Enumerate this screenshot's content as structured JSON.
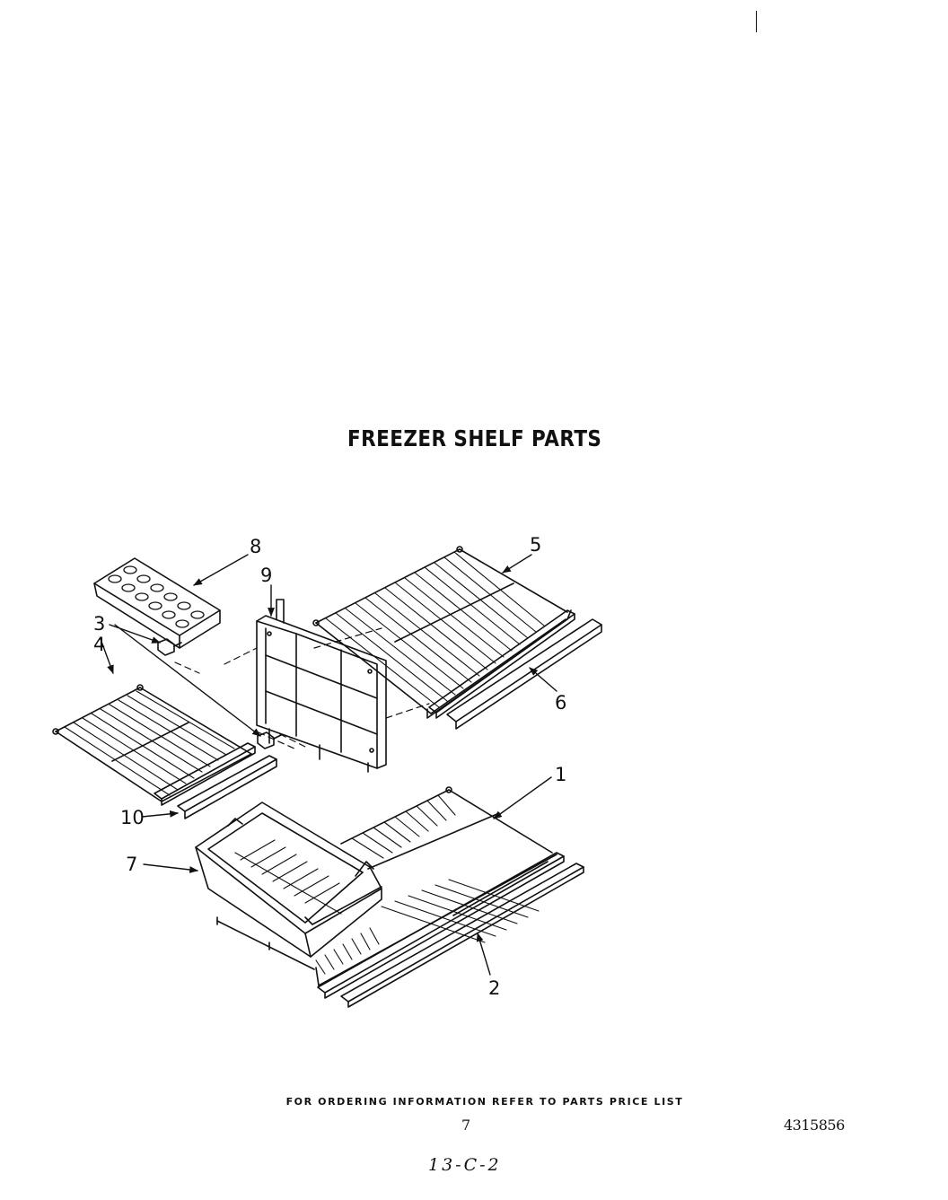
{
  "page": {
    "title": "FREEZER SHELF PARTS",
    "footer_note": "FOR ORDERING INFORMATION REFER TO PARTS PRICE LIST",
    "page_number": "7",
    "document_number": "4315856",
    "handwritten_code": "13-C-2"
  },
  "callouts": {
    "c1": "1",
    "c2": "2",
    "c3": "3",
    "c4": "4",
    "c5": "5",
    "c6": "6",
    "c7": "7",
    "c8": "8",
    "c9": "9",
    "c10": "10"
  },
  "colors": {
    "ink": "#111111",
    "paper": "#ffffff"
  }
}
